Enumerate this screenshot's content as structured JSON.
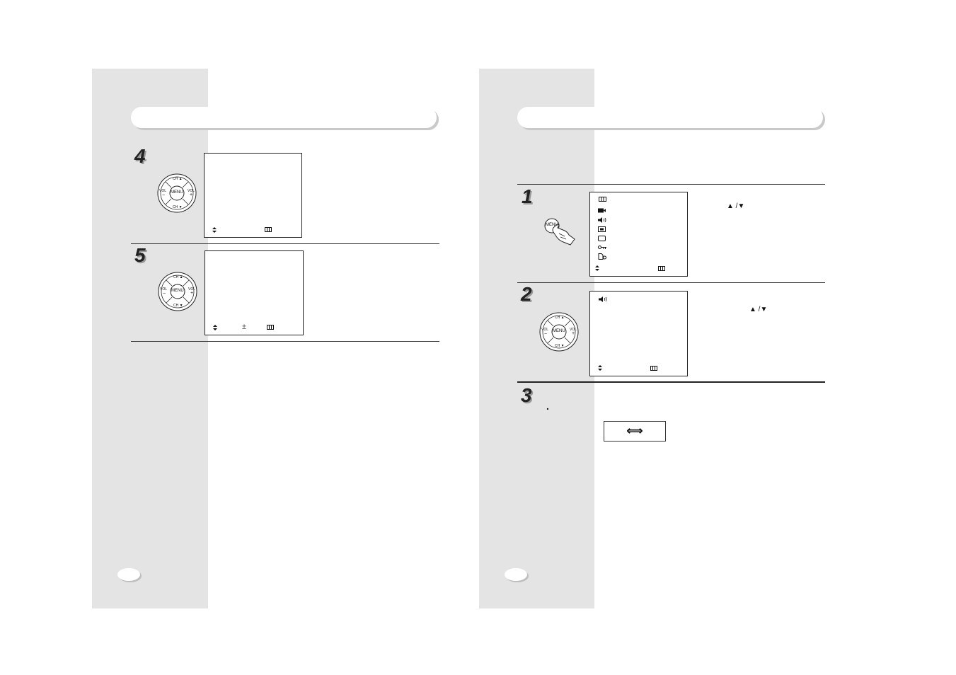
{
  "left_page": {
    "steps": [
      {
        "number": "4",
        "remote_center": "MENU",
        "remote_top": "CH ▲",
        "remote_bottom": "CH ▼",
        "remote_left": "VOL",
        "remote_right": "VOL",
        "remote_left_sign": "−",
        "remote_right_sign": "+"
      },
      {
        "number": "5",
        "remote_center": "MENU",
        "remote_top": "CH ▲",
        "remote_bottom": "CH ▼",
        "remote_left": "VOL",
        "remote_right": "VOL",
        "remote_left_sign": "−",
        "remote_right_sign": "+",
        "screen_plusminus": "±"
      }
    ]
  },
  "right_page": {
    "steps": [
      {
        "number": "1",
        "button_label": "MENU",
        "arrows_text": "▲ /▼"
      },
      {
        "number": "2",
        "remote_center": "MENU",
        "remote_top": "CH ▲",
        "remote_bottom": "CH ▼",
        "remote_left": "VOL",
        "remote_right": "VOL",
        "remote_left_sign": "−",
        "remote_right_sign": "+",
        "arrows_text": "▲ /▼"
      },
      {
        "number": "3",
        "dot": ".",
        "swap_symbol": "⟺"
      }
    ]
  },
  "icons": [
    "menu-icon",
    "camera-icon",
    "speaker-icon",
    "picture-icon",
    "screen-icon",
    "key-icon",
    "lock-icon",
    "updown-icon"
  ]
}
